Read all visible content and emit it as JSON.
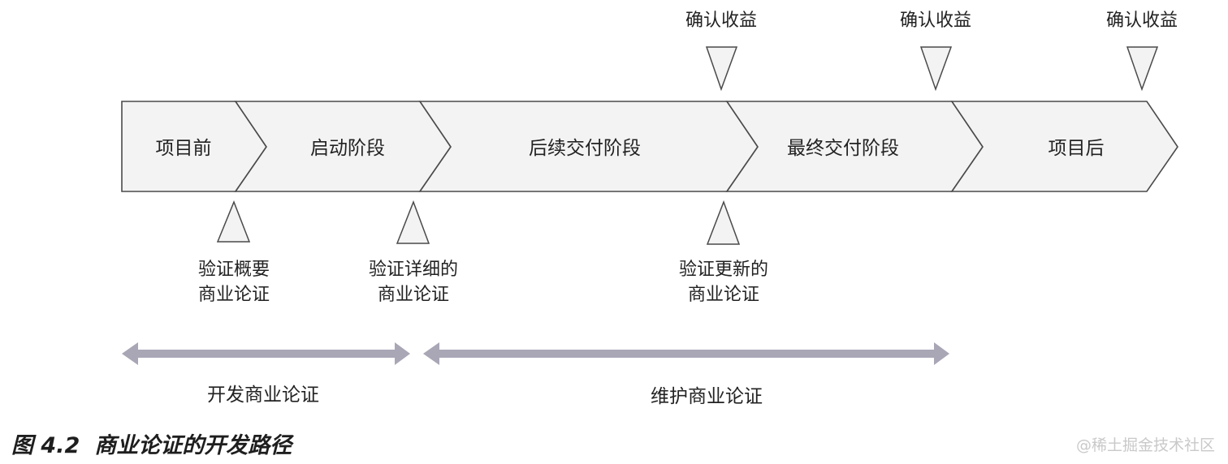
{
  "stages": [
    {
      "label": "项目前"
    },
    {
      "label": "启动阶段"
    },
    {
      "label": "后续交付阶段"
    },
    {
      "label": "最终交付阶段"
    },
    {
      "label": "项目后"
    }
  ],
  "benefit_markers": [
    {
      "label": "确认收益"
    },
    {
      "label": "确认收益"
    },
    {
      "label": "确认收益"
    }
  ],
  "validation_markers": [
    {
      "line1": "验证概要",
      "line2": "商业论证"
    },
    {
      "line1": "验证详细的",
      "line2": "商业论证"
    },
    {
      "line1": "验证更新的",
      "line2": "商业论证"
    }
  ],
  "ranges": [
    {
      "label": "开发商业论证"
    },
    {
      "label": "维护商业论证"
    }
  ],
  "caption": {
    "number": "图 4.2",
    "title": "商业论证的开发路径"
  },
  "watermark": "@稀土掘金技术社区",
  "colors": {
    "stage_fill": "#f3f3f3",
    "stroke": "#4a4a4a",
    "range_arrow": "#a9a6b6"
  }
}
